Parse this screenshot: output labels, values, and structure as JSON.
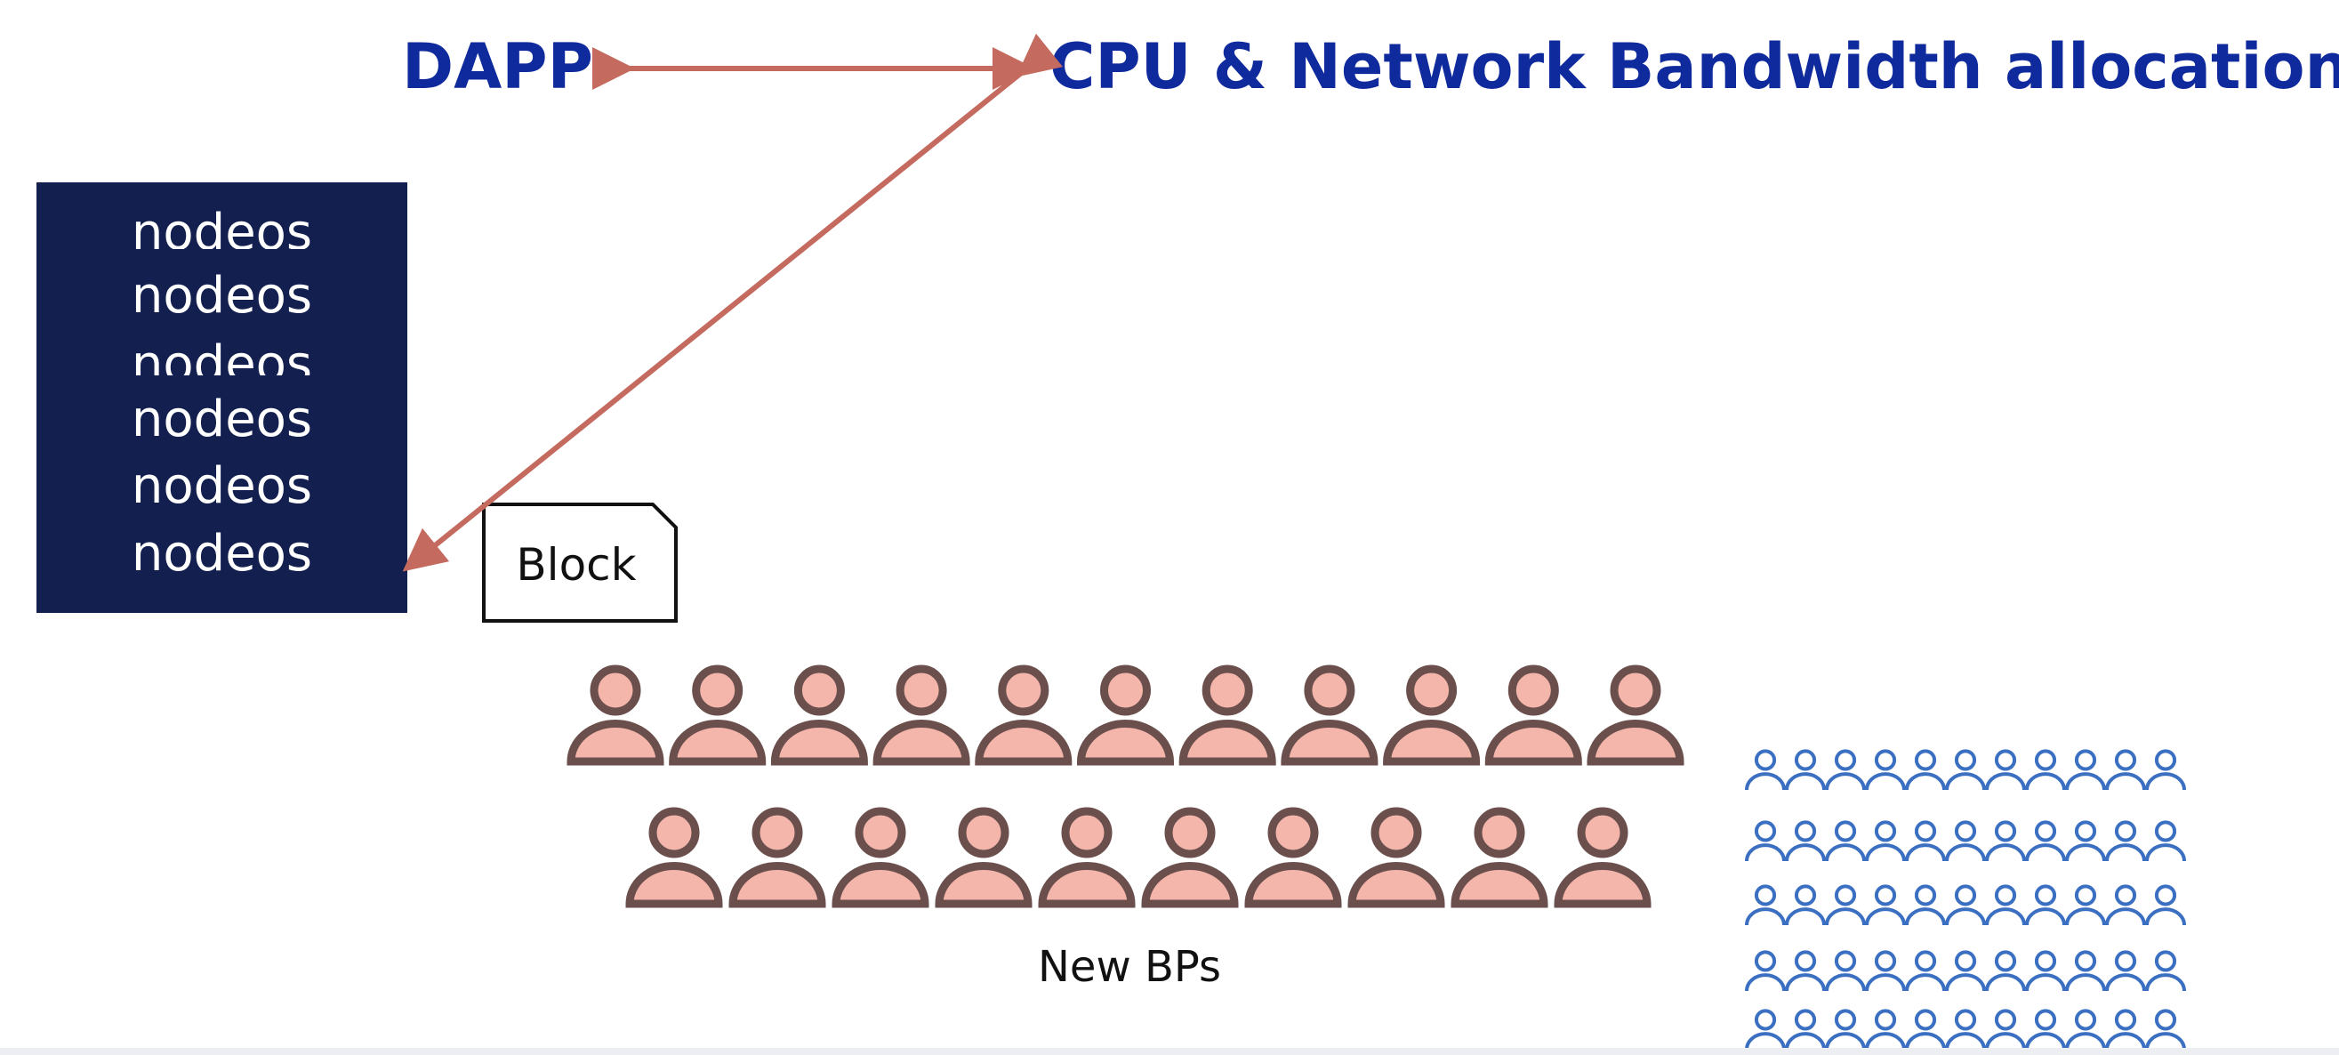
{
  "diagram": {
    "left_label": "DAPP",
    "right_label": "CPU & Network Bandwidth allocation",
    "nodeos_lines": [
      "nodeos",
      "nodeos",
      "nodeos",
      "nodeos",
      "nodeos",
      "nodeos"
    ],
    "block_label": "Block",
    "bp_caption": "New BPs"
  },
  "colors": {
    "title_blue": "#0f2a9c",
    "nodeos_bg": "#13204f",
    "arrow": "#c46a5e",
    "bp_fill": "#f4b6aa",
    "bp_stroke": "#6b4f4c",
    "voter_stroke": "#3b6fc2"
  },
  "icons": {
    "block_producer": "person-icon",
    "voter": "person-outline-icon"
  }
}
